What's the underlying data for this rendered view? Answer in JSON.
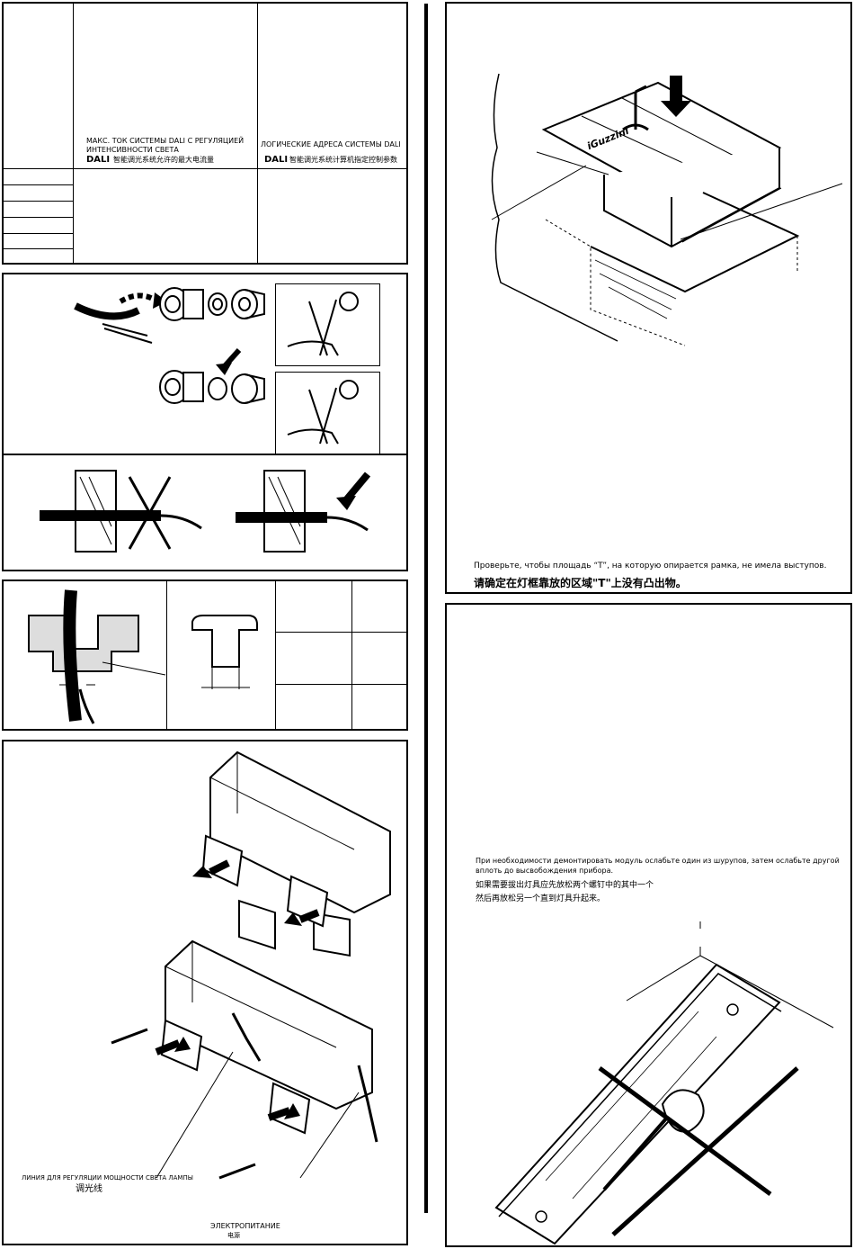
{
  "table1": {
    "col2_ru": "МАКС. ТОК СИСТЕМЫ DALI С РЕГУЛЯЦИЕЙ ИНТЕНСИВНОСТИ СВЕТА",
    "col2_dali": "DALI",
    "col2_cn": "智能调光系统允许的最大电流量",
    "col3_ru": "ЛОГИЧЕСКИЕ АДРЕСА СИСТЕМЫ DALI",
    "col3_dali": "DALI",
    "col3_cn": "智能调光系统计算机指定控制参数"
  },
  "panel4": {
    "label_dimming_ru": "ЛИНИЯ ДЛЯ РЕГУЛЯЦИИ МОЩНОСТИ СВЕТА ЛАМПЫ",
    "label_dimming_cn": "调光线",
    "label_power_ru": "ЭЛЕКТРОПИТАНИЕ",
    "label_power_cn": "电源"
  },
  "panel_right_top": {
    "brand_logo": "iGuzzini",
    "note_ru": "Проверьте, чтобы площадь “T”, на которую опирается рамка, не имела выступов.",
    "note_cn": "请确定在灯框靠放的区域\"T\"上没有凸出物。"
  },
  "panel_right_bottom": {
    "note_ru_line1": "При необходимости демонтировать модуль ослабьте один из шурупов, затем ослабьте другой",
    "note_ru_line2": "вплоть до высвобождения прибора.",
    "note_cn_line1": "如果需要拔出灯具应先放松两个螺钉中的其中一个",
    "note_cn_line2": "然后再放松另一个直到灯具升起来。"
  }
}
